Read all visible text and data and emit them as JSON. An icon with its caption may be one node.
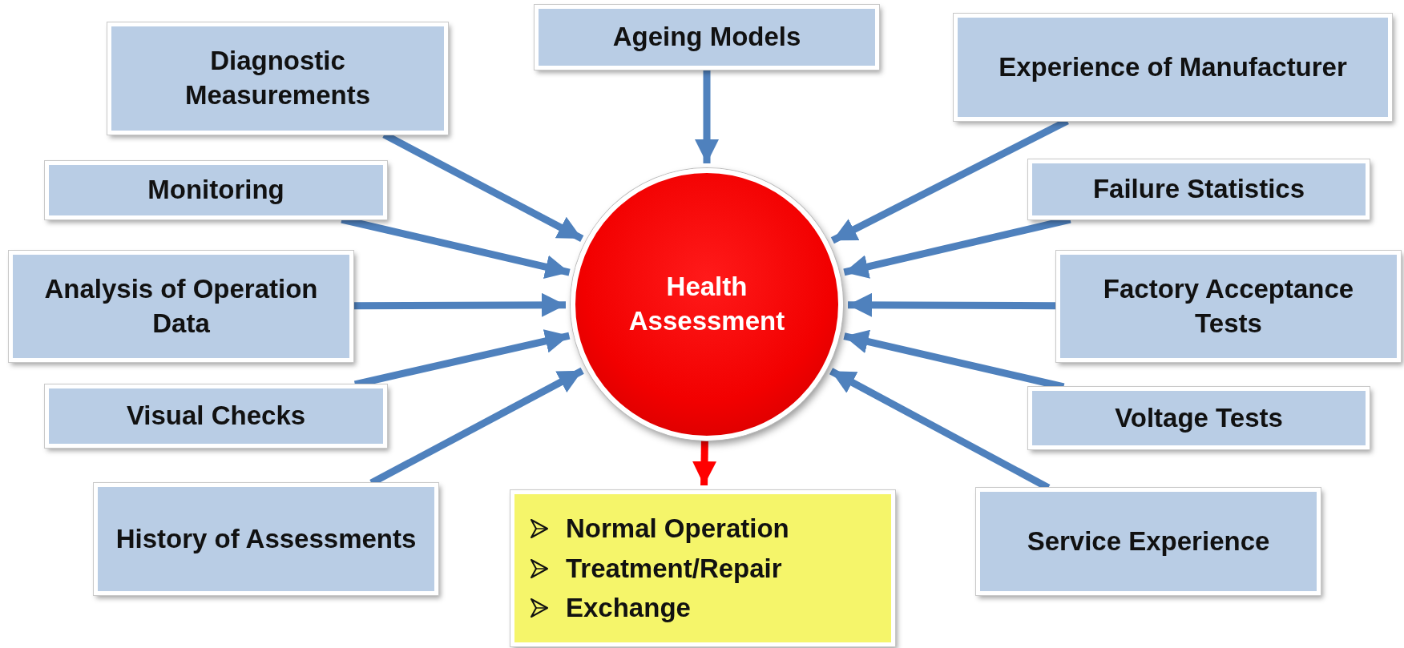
{
  "diagram": {
    "nodes": [
      {
        "text": [
          "Diagnostic Measurements"
        ]
      },
      {
        "text": [
          "Ageing Models"
        ]
      },
      {
        "text": [
          "Experience of Manufacturer"
        ]
      },
      {
        "text": [
          "Monitoring"
        ]
      },
      {
        "text": [
          "Failure Statistics"
        ]
      },
      {
        "text": [
          "Health Assessment"
        ]
      },
      {
        "text": [
          "Analysis of Operation Data"
        ]
      },
      {
        "text": [
          "Factory Acceptance Tests"
        ]
      },
      {
        "text": [
          "Visual Checks"
        ]
      },
      {
        "text": [
          "Voltage Tests"
        ]
      },
      {
        "text": [
          "History of Assessments"
        ]
      },
      {
        "text": [
          "Service Experience"
        ]
      },
      {
        "text": [
          "Normal Operation",
          "Treatment/Repair",
          "Exchange"
        ]
      }
    ],
    "edges": [
      {
        "from": 0,
        "to": 5,
        "arrow": "to"
      },
      {
        "from": 1,
        "to": 5,
        "arrow": "to"
      },
      {
        "from": 2,
        "to": 5,
        "arrow": "to"
      },
      {
        "from": 3,
        "to": 5,
        "arrow": "to"
      },
      {
        "from": 4,
        "to": 5,
        "arrow": "to"
      },
      {
        "from": 6,
        "to": 5,
        "arrow": "to"
      },
      {
        "from": 7,
        "to": 5,
        "arrow": "to"
      },
      {
        "from": 8,
        "to": 5,
        "arrow": "to"
      },
      {
        "from": 9,
        "to": 5,
        "arrow": "to"
      },
      {
        "from": 10,
        "to": 5,
        "arrow": "to"
      },
      {
        "from": 11,
        "to": 5,
        "arrow": "to"
      },
      {
        "from": 5,
        "to": 12,
        "arrow": "to",
        "color": "#ff0000"
      }
    ]
  }
}
